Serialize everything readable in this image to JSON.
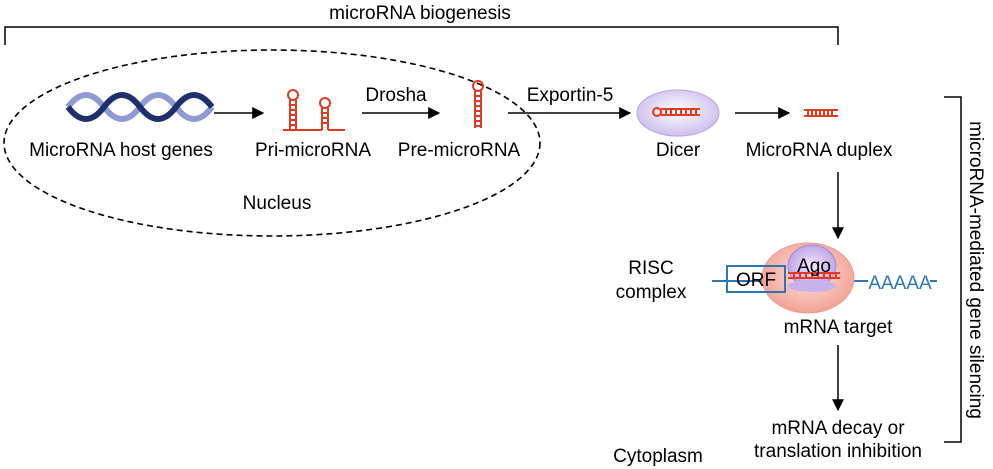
{
  "header": {
    "title": "microRNA biogenesis"
  },
  "side_label": "microRNA-mediated gene silencing",
  "nucleus": {
    "label": "Nucleus",
    "host_genes_label": "MicroRNA host genes",
    "pri_label": "Pri-microRNA",
    "pre_label": "Pre-microRNA",
    "drosha_label": "Drosha"
  },
  "cytoplasm": {
    "label": "Cytoplasm",
    "exportin_label": "Exportin-5",
    "dicer_label": "Dicer",
    "duplex_label": "MicroRNA duplex",
    "risc_label_line1": "RISC",
    "risc_label_line2": "complex",
    "ago_label": "Ago",
    "orf_label": "ORF",
    "polya_label": "AAAAA",
    "target_label": "mRNA target",
    "outcome_line1": "mRNA decay or",
    "outcome_line2": "translation inhibition"
  },
  "colors": {
    "rna": "#e03a22",
    "dna_dark": "#1f2f6e",
    "dna_light": "#8e9ad0",
    "mrna": "#2e75b6",
    "dicer_fill": "#d9cdf0",
    "risc_fill": "#f7b7ad"
  }
}
